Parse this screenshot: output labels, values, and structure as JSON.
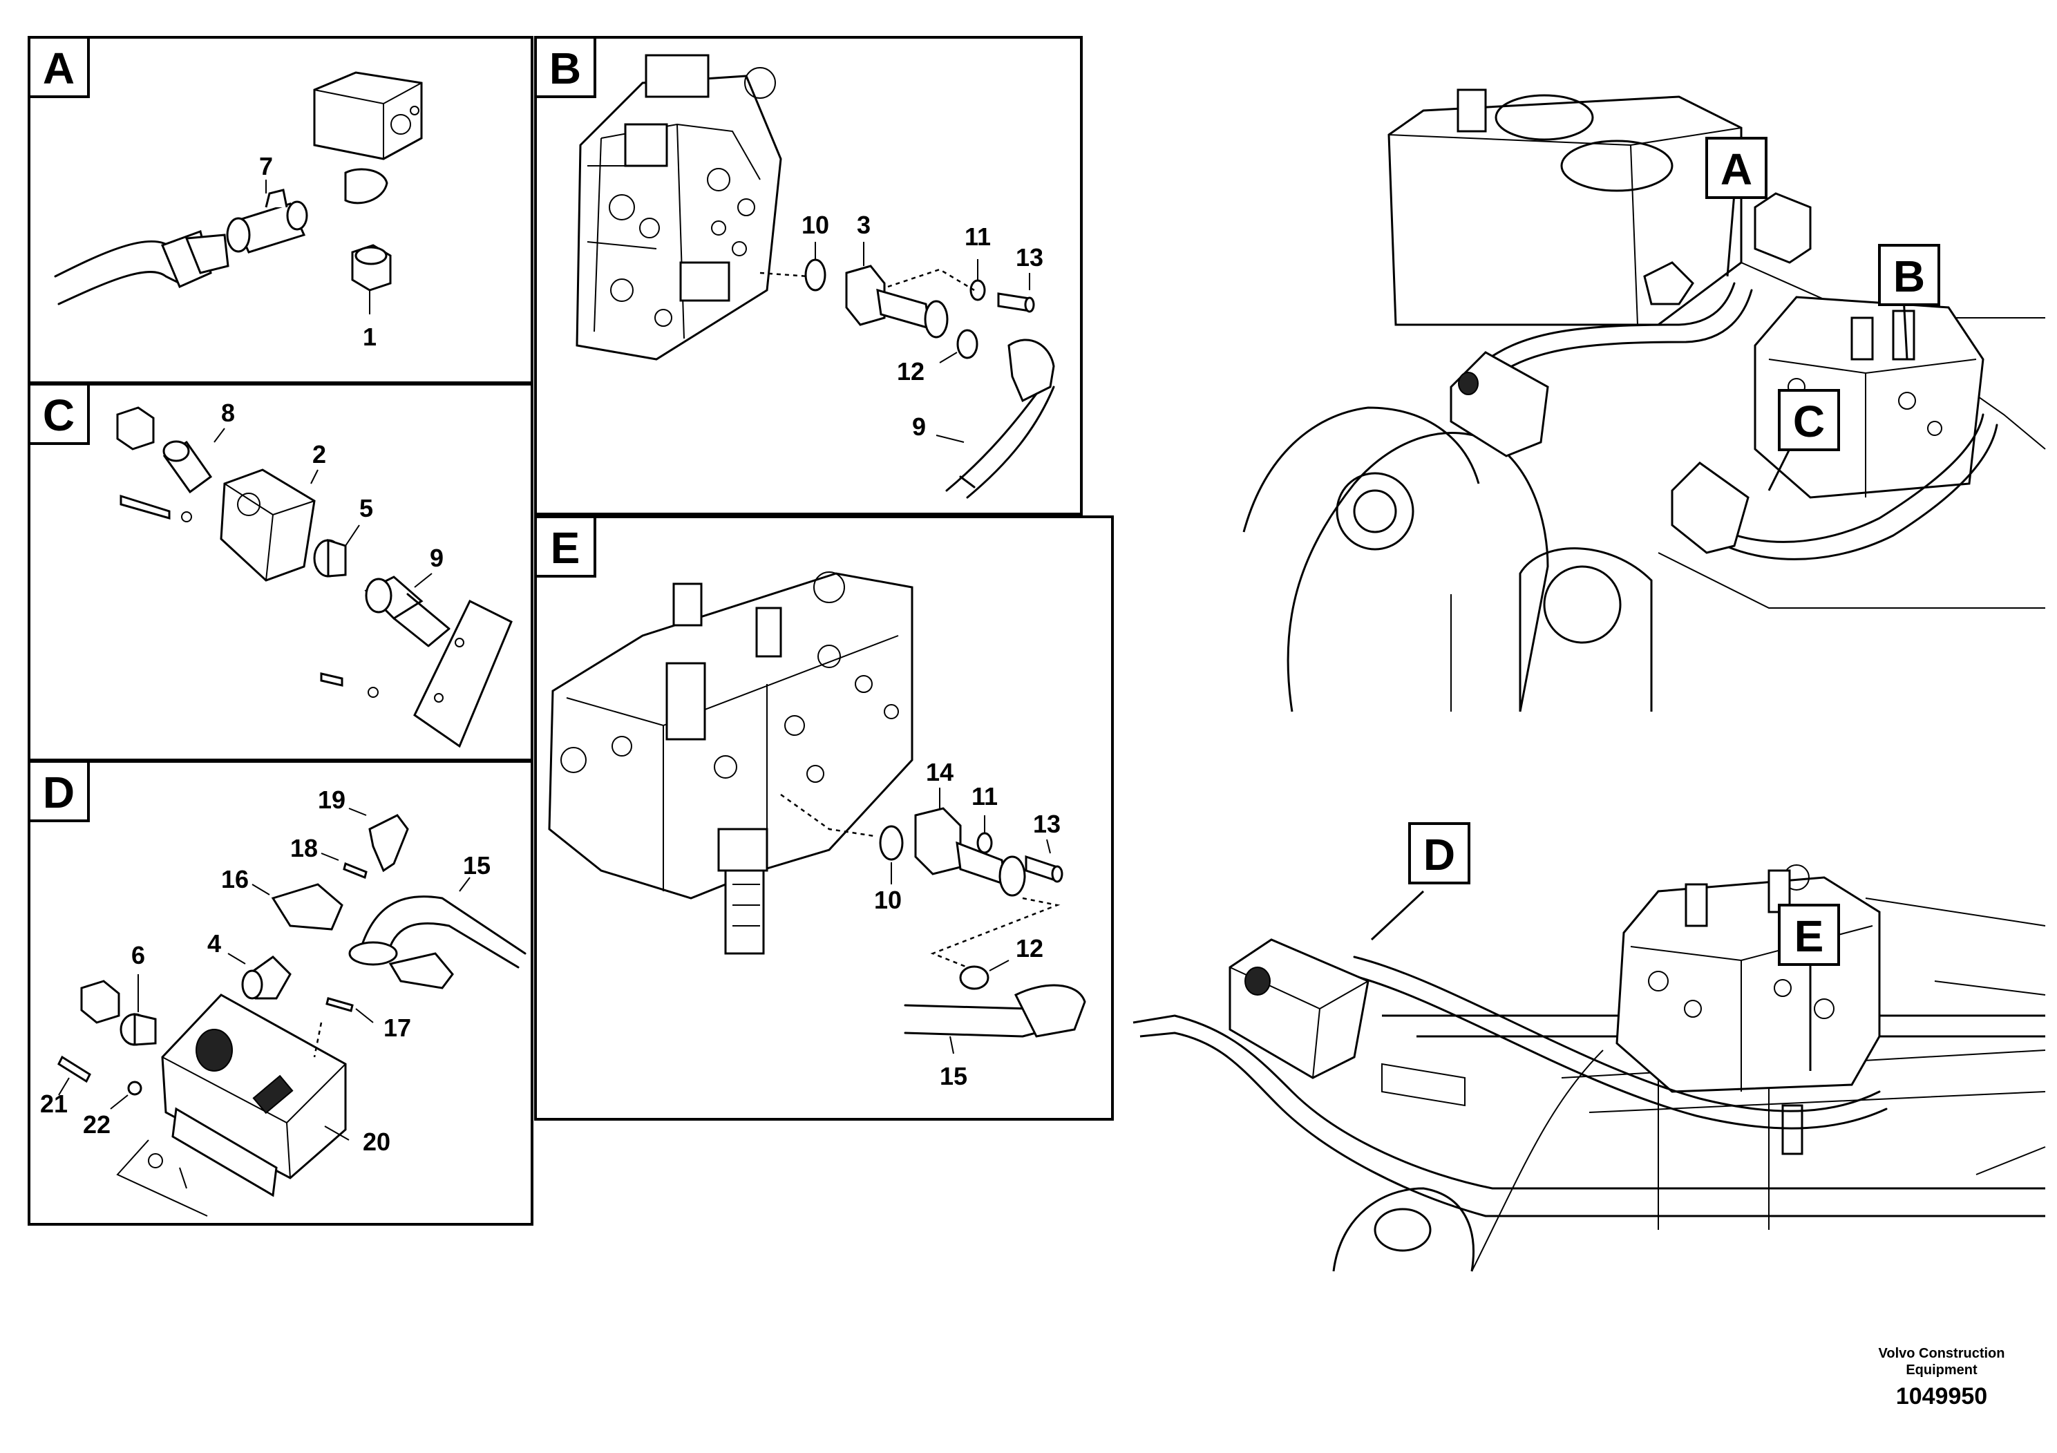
{
  "panels": [
    {
      "id": "A",
      "callouts": [
        "7",
        "1"
      ]
    },
    {
      "id": "B",
      "callouts": [
        "10",
        "3",
        "11",
        "13",
        "12",
        "9"
      ]
    },
    {
      "id": "C",
      "callouts": [
        "8",
        "2",
        "5",
        "9"
      ]
    },
    {
      "id": "D",
      "callouts": [
        "19",
        "18",
        "15",
        "16",
        "4",
        "6",
        "17",
        "21",
        "22",
        "20"
      ]
    },
    {
      "id": "E",
      "callouts": [
        "14",
        "11",
        "13",
        "10",
        "12",
        "15"
      ]
    }
  ],
  "overview_tags": [
    "A",
    "B",
    "C",
    "D",
    "E"
  ],
  "footer": {
    "maker_line1": "Volvo Construction",
    "maker_line2": "Equipment",
    "drawing_number": "1049950"
  }
}
